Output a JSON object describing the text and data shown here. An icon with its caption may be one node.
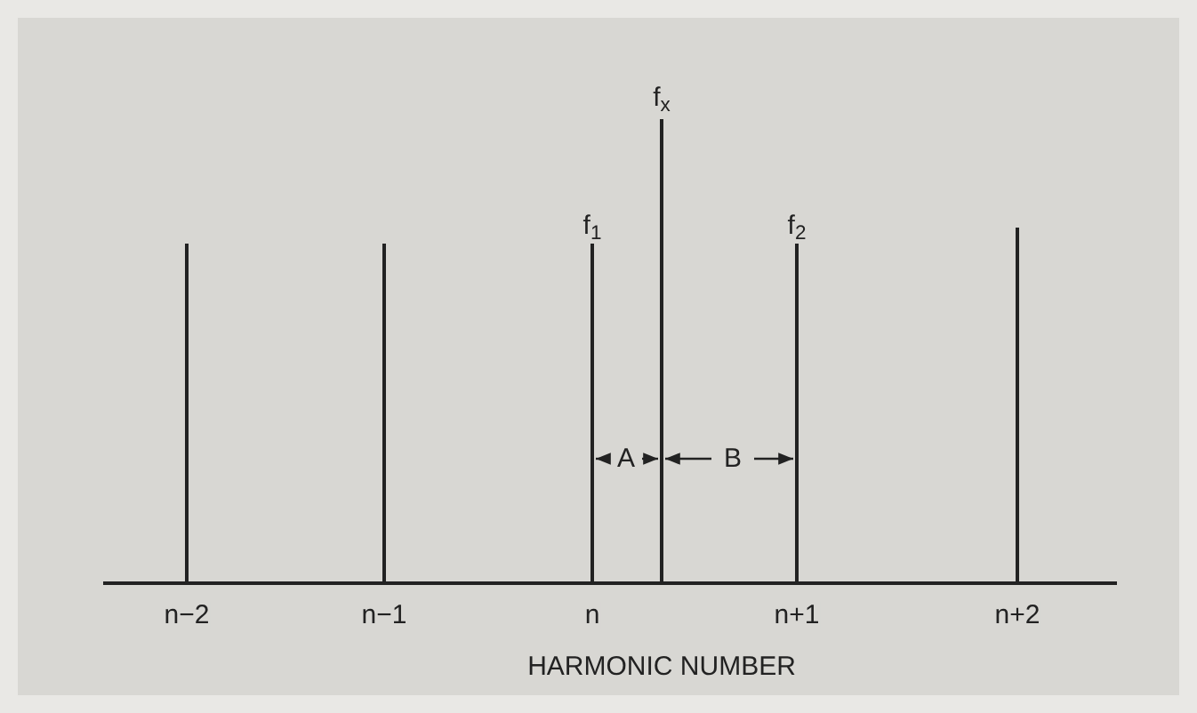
{
  "diagram": {
    "labels": [
      "f$_{x}$",
      "f$_{1}$",
      "f$_{2}$",
      "A",
      "B",
      "n−2",
      "n−1",
      "n",
      "n+1",
      "n+2",
      "HARMONIC NUMBER"
    ]
  }
}
